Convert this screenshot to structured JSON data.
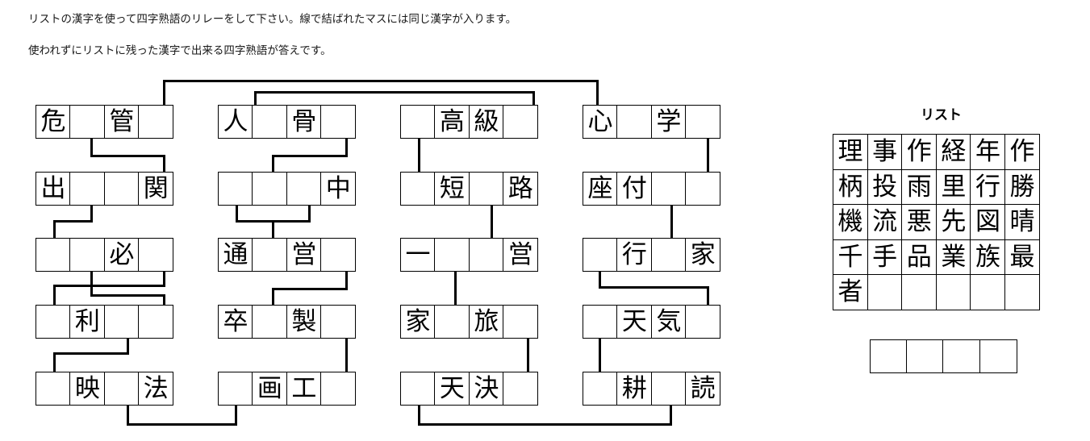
{
  "instructions": {
    "line1": "リストの漢字を使って四字熟語のリレーをして下さい。線で結ばれたマスには同じ漢字が入ります。",
    "line2": "使われずにリストに残った漢字で出来る四字熟語が答えです。"
  },
  "puzzle": {
    "columns": [
      {
        "name": "column-1",
        "rows": [
          [
            "危",
            "",
            "管",
            ""
          ],
          [
            "出",
            "",
            "",
            "関"
          ],
          [
            "",
            "",
            "必",
            ""
          ],
          [
            "",
            "利",
            "",
            ""
          ],
          [
            "",
            "映",
            "",
            "法"
          ]
        ]
      },
      {
        "name": "column-2",
        "rows": [
          [
            "人",
            "",
            "骨",
            ""
          ],
          [
            "",
            "",
            "",
            "中"
          ],
          [
            "通",
            "",
            "営",
            ""
          ],
          [
            "卒",
            "",
            "製",
            ""
          ],
          [
            "",
            "画",
            "工",
            ""
          ]
        ]
      },
      {
        "name": "column-3",
        "rows": [
          [
            "",
            "高",
            "級",
            ""
          ],
          [
            "",
            "短",
            "",
            "路"
          ],
          [
            "一",
            "",
            "",
            "営"
          ],
          [
            "家",
            "",
            "旅",
            ""
          ],
          [
            "",
            "天",
            "決",
            ""
          ]
        ]
      },
      {
        "name": "column-4",
        "rows": [
          [
            "心",
            "",
            "学",
            ""
          ],
          [
            "座",
            "付",
            "",
            ""
          ],
          [
            "",
            "行",
            "",
            "家"
          ],
          [
            "",
            "天",
            "気",
            ""
          ],
          [
            "",
            "耕",
            "",
            "読"
          ]
        ]
      }
    ]
  },
  "list": {
    "title": "リスト",
    "rows": [
      [
        "理",
        "事",
        "作",
        "経",
        "年",
        "作"
      ],
      [
        "柄",
        "投",
        "雨",
        "里",
        "行",
        "勝"
      ],
      [
        "機",
        "流",
        "悪",
        "先",
        "図",
        "晴"
      ],
      [
        "千",
        "手",
        "品",
        "業",
        "族",
        "最"
      ],
      [
        "者",
        "",
        "",
        "",
        "",
        ""
      ]
    ]
  },
  "answer": {
    "cells": [
      "",
      "",
      "",
      ""
    ]
  }
}
